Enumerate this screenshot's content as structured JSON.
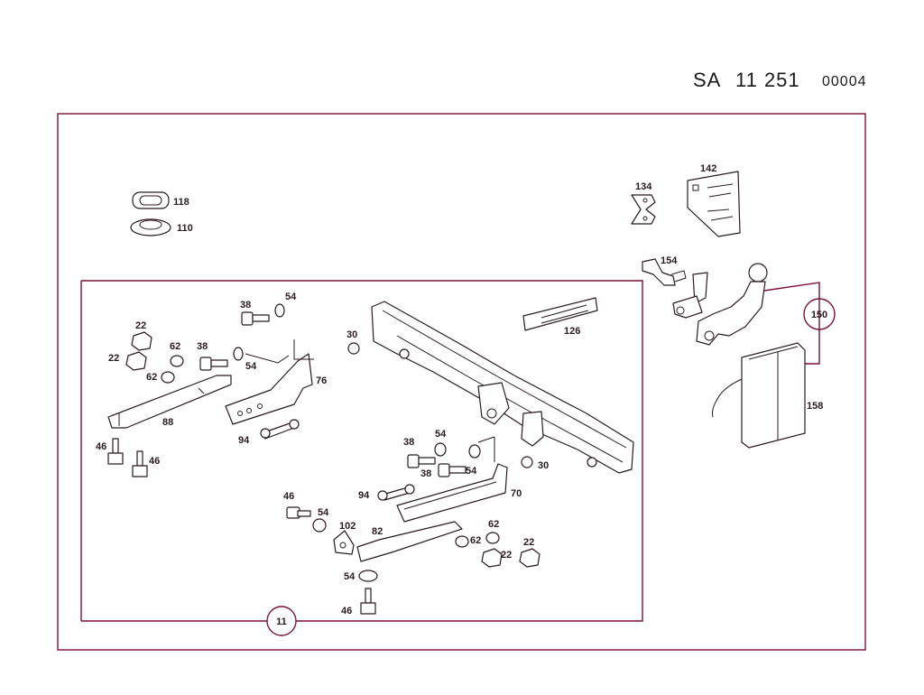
{
  "header": {
    "code_prefix": "SA",
    "code_number": "11 251",
    "sheet_ref": "00004"
  },
  "group_badges": {
    "main_group": "11",
    "hitch_group": "150"
  },
  "part_labels": {
    "p118": "118",
    "p110": "110",
    "p134": "134",
    "p142": "142",
    "p154": "154",
    "p158": "158",
    "p126": "126",
    "p38a": "38",
    "p54a": "54",
    "p22a": "22",
    "p62a": "62",
    "p38b": "38",
    "p22b": "22",
    "p54b": "54",
    "p62b": "62",
    "p76": "76",
    "p88": "88",
    "p94a": "94",
    "p46a": "46",
    "p46b": "46",
    "p30a": "30",
    "p38c": "38",
    "p54c": "54",
    "p38d": "38",
    "p54d": "54",
    "p30b": "30",
    "p94b": "94",
    "p70": "70",
    "p46c": "46",
    "p54e": "54",
    "p102": "102",
    "p82": "82",
    "p62c": "62",
    "p62d": "62",
    "p22c": "22",
    "p22d": "22",
    "p54f": "54",
    "p46d": "46"
  },
  "colors": {
    "frame_line": "#7a1030",
    "part_ink": "#2b1a20"
  }
}
